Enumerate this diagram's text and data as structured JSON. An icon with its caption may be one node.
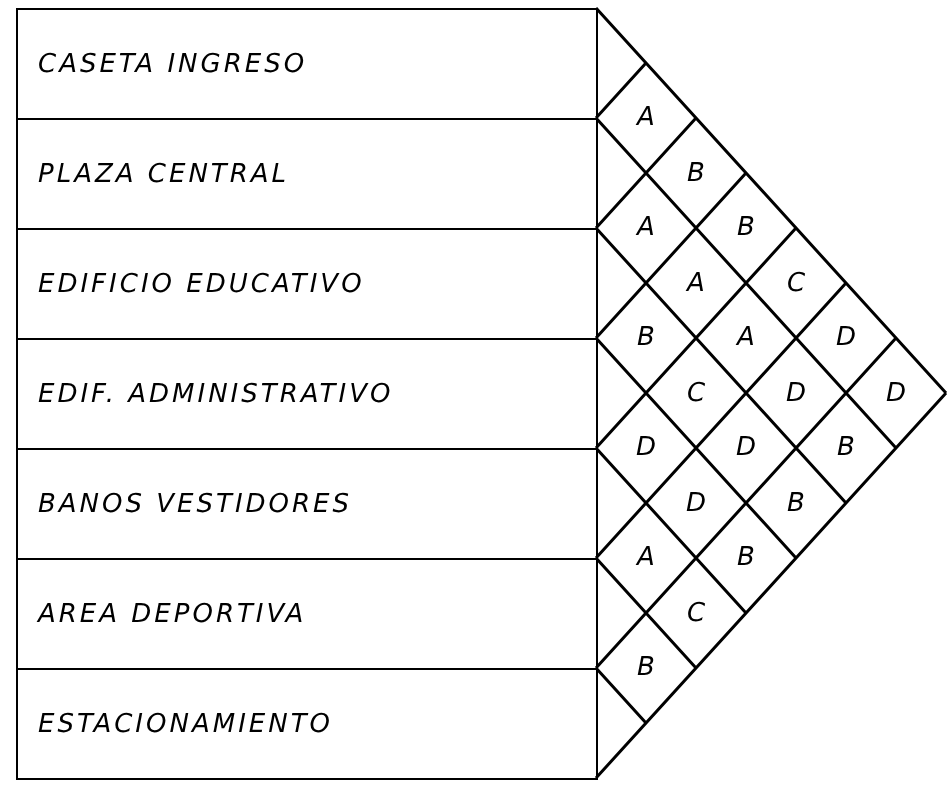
{
  "diagram": {
    "nodes": [
      {
        "text": [
          "CASETA INGRESO"
        ]
      },
      {
        "text": [
          "PLAZA CENTRAL"
        ]
      },
      {
        "text": [
          "EDIFICIO EDUCATIVO"
        ]
      },
      {
        "text": [
          "EDIF. ADMINISTRATIVO"
        ]
      },
      {
        "text": [
          "BANOS VESTIDORES"
        ]
      },
      {
        "text": [
          "AREA DEPORTIVA"
        ]
      },
      {
        "text": [
          "ESTACIONAMIENTO"
        ]
      }
    ],
    "labels": [
      "A",
      "B",
      "A",
      "B",
      "A",
      "C",
      "B",
      "A",
      "D",
      "C",
      "D",
      "D",
      "D",
      "D",
      "B",
      "D",
      "B",
      "A",
      "B",
      "C",
      "B"
    ]
  }
}
